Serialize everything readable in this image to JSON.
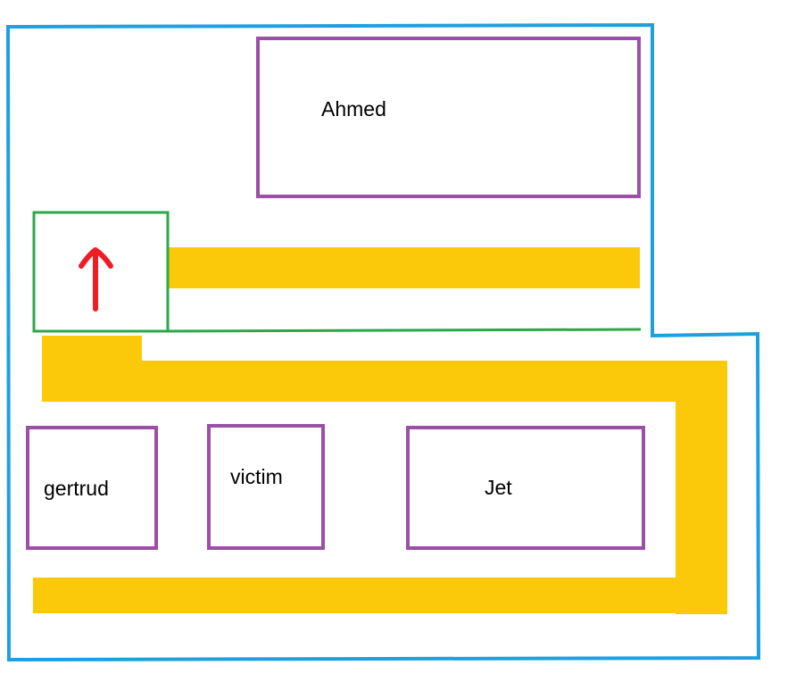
{
  "colors": {
    "outline": "#1ea0e0",
    "room": "#9b4fa6",
    "path": "#fcc80a",
    "start": "#2ba84a",
    "arrow": "#ee1c24"
  },
  "rooms": [
    {
      "label": "Ahmed"
    },
    {
      "label": "gertrud"
    },
    {
      "label": "victim"
    },
    {
      "label": "Jet"
    }
  ],
  "start_marker": {
    "icon": "up-arrow-icon"
  }
}
